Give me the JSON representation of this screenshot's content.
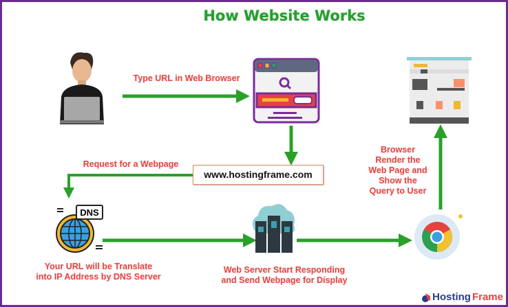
{
  "title": "How Website Works",
  "steps": {
    "type_url": "Type URL in Web Browser",
    "request": "Request for a Webpage",
    "url": "www.hostingframe.com",
    "dns": [
      "Your URL will be Translate",
      "into IP Address by DNS Server"
    ],
    "server": [
      "Web Server Start Responding",
      "and Send Webpage for Display"
    ],
    "render": [
      "Browser",
      "Render the",
      "Web Page and",
      "Show the",
      "Query to User"
    ]
  },
  "icons": {
    "user": "person-laptop-icon",
    "browser": "browser-search-icon",
    "dns": "dns-globe-icon",
    "server": "cloud-server-icon",
    "chrome": "chrome-icon",
    "webpage": "webpage-preview-icon"
  },
  "dns_badge": "DNS",
  "logo": {
    "part1": "Hosting",
    "part2": "Frame"
  },
  "colors": {
    "arrow": "#2aa02a",
    "label": "#e8423f",
    "title": "#22a02a",
    "border": "#6a2c91"
  }
}
